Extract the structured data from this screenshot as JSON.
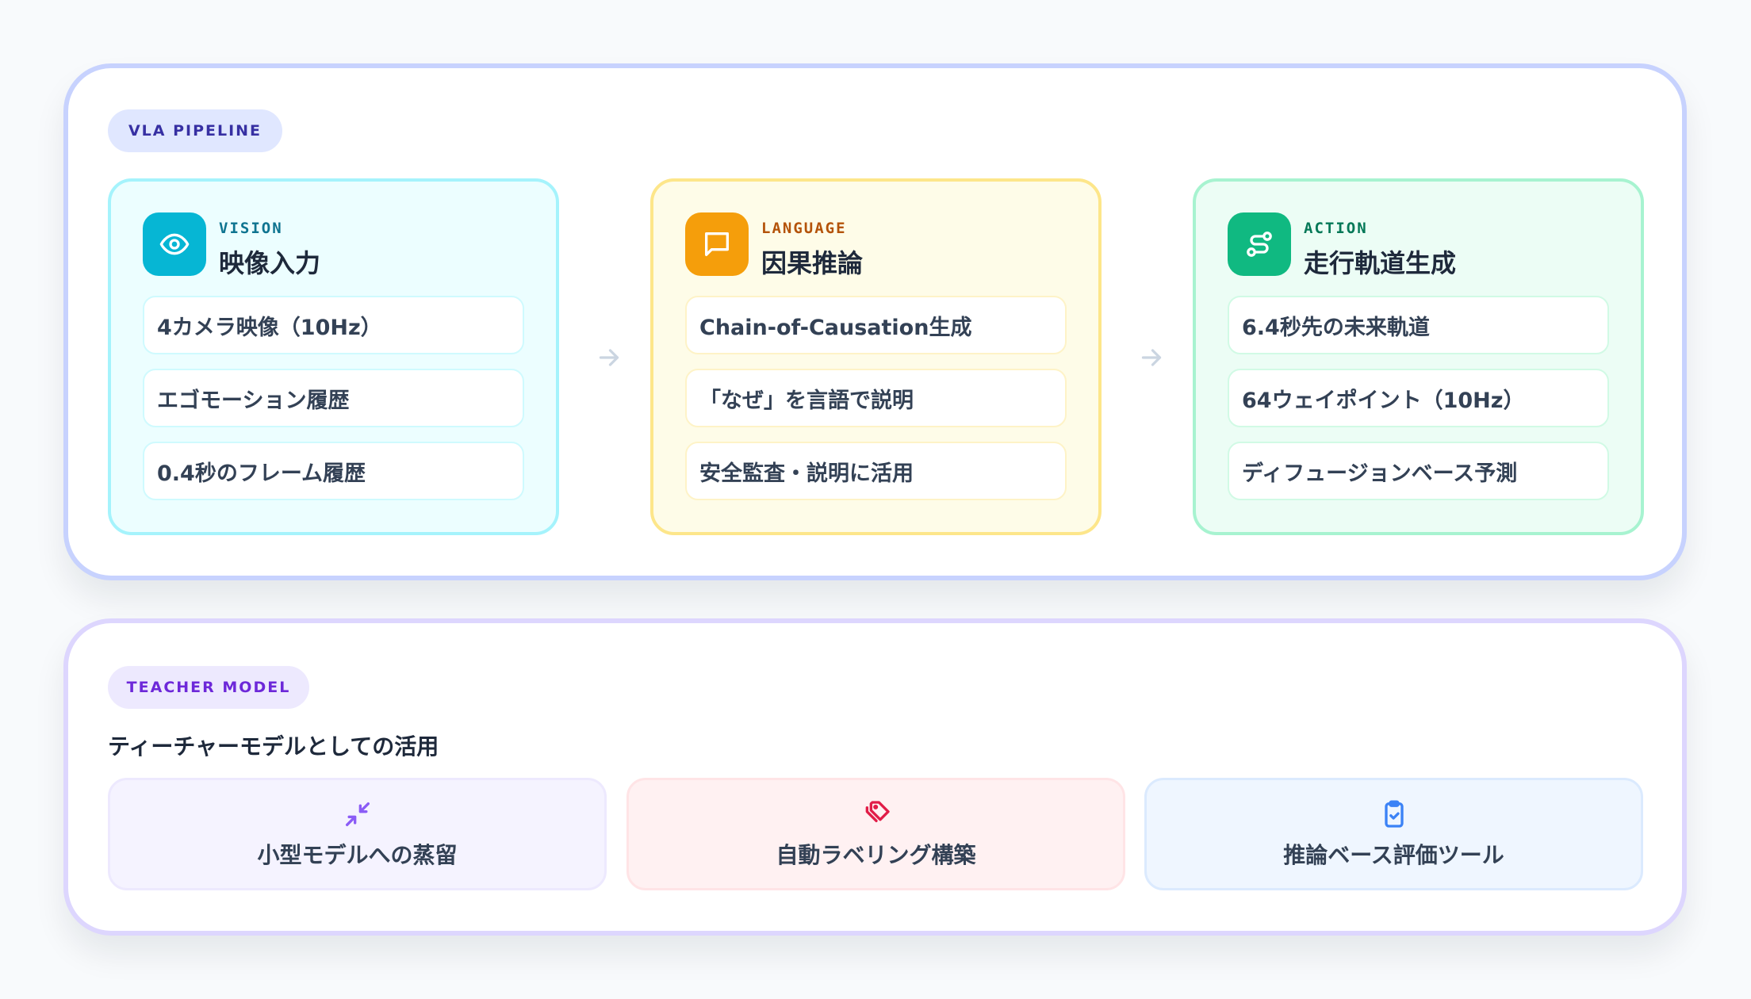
{
  "pipeline": {
    "badge": "VLA PIPELINE",
    "stages": [
      {
        "kicker": "VISION",
        "title": "映像入力",
        "icon": "eye-icon",
        "color": "#06b6d4",
        "items": [
          "4カメラ映像（10Hz）",
          "エゴモーション履歴",
          "0.4秒のフレーム履歴"
        ]
      },
      {
        "kicker": "LANGUAGE",
        "title": "因果推論",
        "icon": "message-square-icon",
        "color": "#f59e0b",
        "items": [
          "Chain-of-Causation生成",
          "「なぜ」を言語で説明",
          "安全監査・説明に活用"
        ]
      },
      {
        "kicker": "ACTION",
        "title": "走行軌道生成",
        "icon": "route-icon",
        "color": "#10b981",
        "items": [
          "6.4秒先の未来軌道",
          "64ウェイポイント（10Hz）",
          "ディフュージョンベース予測"
        ]
      }
    ],
    "arrows": [
      "arrow-right-icon",
      "arrow-right-icon"
    ]
  },
  "teacher": {
    "badge": "TEACHER MODEL",
    "heading": "ティーチャーモデルとしての活用",
    "cards": [
      {
        "label": "小型モデルへの蒸留",
        "icon": "minimize-arrows-icon",
        "color": "#8b5cf6"
      },
      {
        "label": "自動ラベリング構築",
        "icon": "tags-icon",
        "color": "#e11d48"
      },
      {
        "label": "推論ベース評価ツール",
        "icon": "clipboard-check-icon",
        "color": "#3b82f6"
      }
    ]
  }
}
